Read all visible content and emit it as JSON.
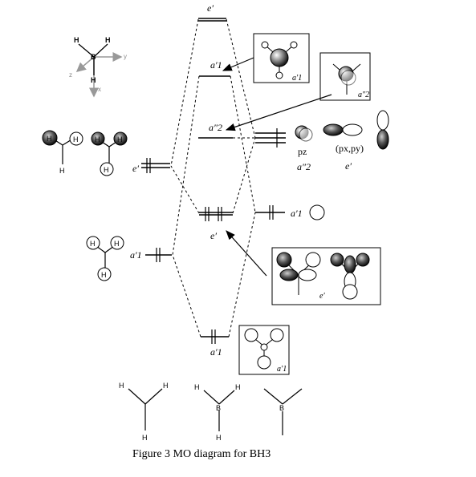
{
  "caption": "Figure 3 MO diagram for BH3",
  "axes": {
    "x": "x",
    "y": "y",
    "z": "z",
    "center": "B",
    "h_top_left": "H",
    "h_top_right": "H",
    "h_bottom": "H"
  },
  "levels": {
    "e_star": "e′",
    "a1_star": "a′1",
    "a2pp": "a″2",
    "e_bond": "e′",
    "a1_bond": "a′1"
  },
  "boron": {
    "pz_label": "pz",
    "pz_sym": "a″2",
    "pxy_label": "(px,py)",
    "pxy_sym": "e′",
    "s_sym": "a′1"
  },
  "ligand": {
    "e_sym": "e′",
    "a1_sym": "a′1",
    "H": "H"
  },
  "boxes": {
    "box_a1_star": "a′1",
    "box_a2pp": "a″2",
    "box_e": "e′",
    "box_a1": "a′1"
  },
  "structures": {
    "s1": {
      "h_tl": "H",
      "h_tr": "H",
      "h_b": "H"
    },
    "s2": {
      "h_tl": "H",
      "h_tr": "H",
      "center": "B",
      "h_b": "H"
    },
    "s3": {
      "center": "B"
    }
  }
}
